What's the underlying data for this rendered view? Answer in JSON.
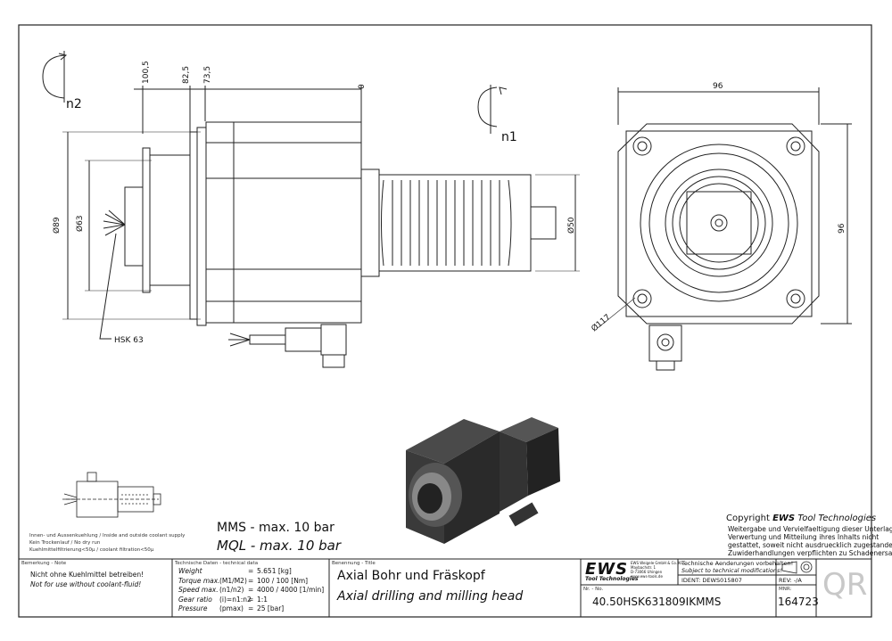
{
  "dims": {
    "d100": "100,5",
    "d82": "82,5",
    "d73": "73,5",
    "d0": "0",
    "dia89": "Ø89",
    "dia63": "Ø63",
    "dia50": "Ø50",
    "w96": "96",
    "h96": "96",
    "dia117": "Ø117",
    "n1": "n1",
    "n2": "n2",
    "hsk": "HSK 63"
  },
  "coolant_notes": [
    "Innen- und Aussenkuehlung / Inside and outside coolant supply",
    "Kein Trockenlauf / No dry run",
    "Kuehlmittelfiltrierung<50µ / coolant filtration<50µ"
  ],
  "pressure": {
    "mms": "MMS - max. 10 bar",
    "mql": "MQL - max. 10 bar"
  },
  "copyright": {
    "title_prefix": "Copyright",
    "brand": "EWS",
    "title_suffix": "Tool Technologies",
    "lines": [
      "Weitergabe und Vervielfaeltigung dieser Unterlage,",
      "Verwertung und Mitteilung ihres Inhalts nicht",
      "gestattet, soweit nicht ausdruecklich zugestanden.",
      "Zuwiderhandlungen verpflichten zu Schadenersatz."
    ]
  },
  "note": {
    "label": "Bemerkung - Note",
    "line1": "Nicht ohne Kuehlmittel betreiben!",
    "line2": "Not for use without coolant-fluid!"
  },
  "techdata": {
    "label": "Technische Daten - technical data",
    "rows": [
      {
        "name": "Weight",
        "sym": "",
        "eq": "=",
        "val": "5.651 [kg]"
      },
      {
        "name": "Torque max.",
        "sym": "(M1/M2)",
        "eq": "=",
        "val": "100 / 100 [Nm]"
      },
      {
        "name": "Speed max.",
        "sym": "(n1/n2)",
        "eq": "=",
        "val": "4000 / 4000 [1/min]"
      },
      {
        "name": "Gear ratio",
        "sym": "(i)=n1:n2",
        "eq": "=",
        "val": "1:1"
      },
      {
        "name": "Pressure",
        "sym": "(pmax)",
        "eq": "=",
        "val": "25 [bar]"
      }
    ]
  },
  "title": {
    "label": "Benennung - Title",
    "de": "Axial Bohr und Fräskopf",
    "en": "Axial drilling and milling head"
  },
  "company": {
    "logo": "EWS",
    "sub": "Tool Technologies",
    "address": [
      "EWS Weigele GmbH & Co. KG",
      "Maybachstr. 1",
      "D-73066 Uhingen",
      "www.ews-tools.de"
    ]
  },
  "changes": {
    "de": "Technische Aenderungen vorbehalten!",
    "en": "Subject to technical modifications!",
    "ident_label": "IDENT:",
    "ident": "DEWS015807",
    "rev_label": "REV:",
    "rev": "-/A"
  },
  "partno": {
    "label": "Nr. - No.",
    "value": "40.50HSK631809IKMMS"
  },
  "mnr": {
    "label": "MNR:",
    "value": "164723"
  },
  "qr": "QR"
}
